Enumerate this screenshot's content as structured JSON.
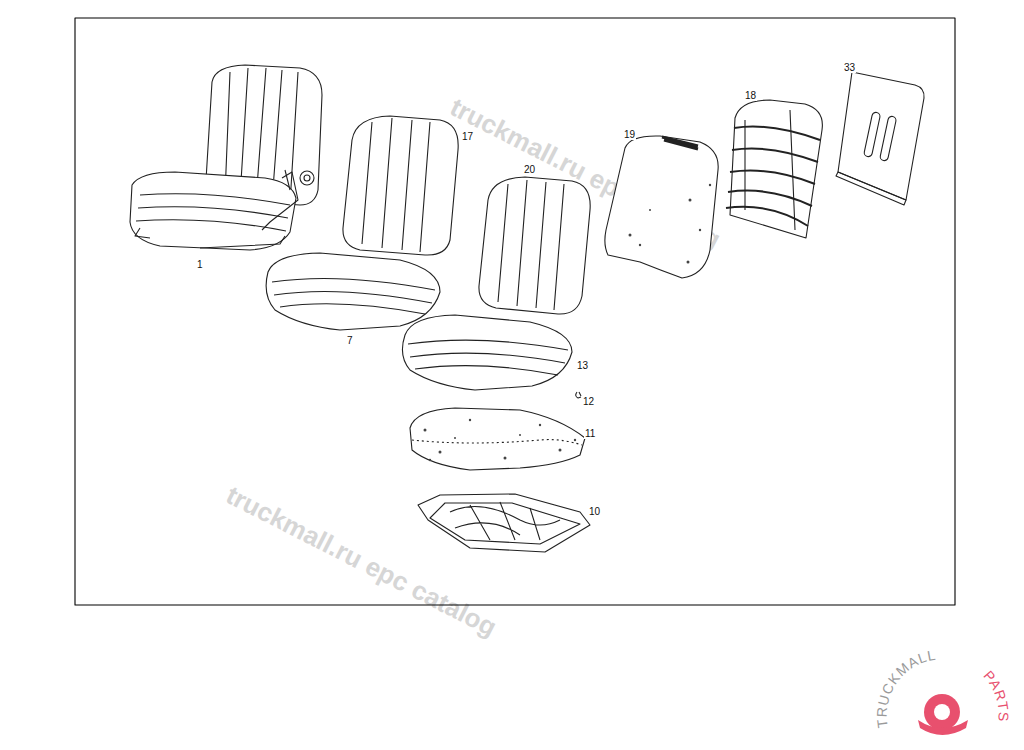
{
  "diagram": {
    "labels": [
      "1",
      "17",
      "7",
      "20",
      "13",
      "12",
      "11",
      "10",
      "19",
      "18",
      "33",
      "truckmall.ru epc catalog",
      "truckmall.ru epc catalog",
      "TRUCKMALL",
      "PARTS"
    ]
  }
}
